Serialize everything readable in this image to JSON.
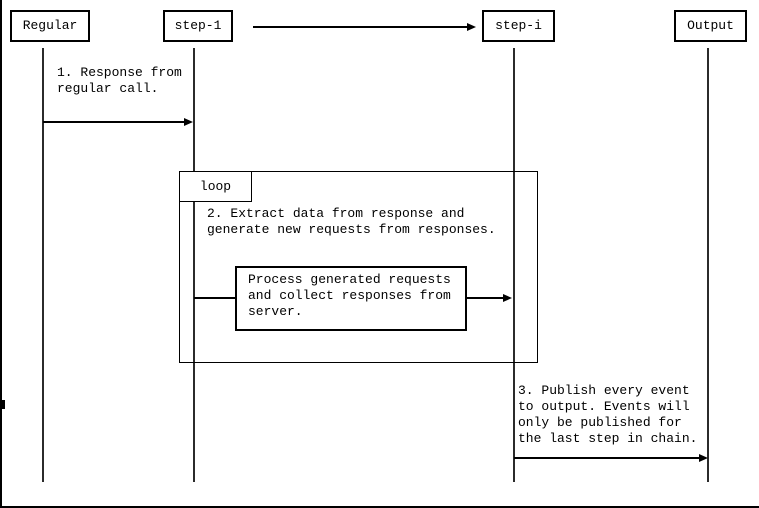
{
  "diagram": {
    "title": "sequence-diagram",
    "colors": {
      "line": "#000000",
      "background": "#ffffff"
    },
    "participants": [
      {
        "label": "Regular"
      },
      {
        "label": "step-1"
      },
      {
        "label": "step-i"
      },
      {
        "label": "Output"
      }
    ],
    "loop": {
      "label": "loop"
    },
    "messages": {
      "msg1": "1. Response from\nregular call.",
      "note2": "2. Extract data from response and\ngenerate new requests from responses.",
      "process": "Process generated requests\nand collect responses from\nserver.",
      "msg3": "3. Publish every event\nto output. Events will\nonly be published for\nthe last step in chain."
    }
  }
}
